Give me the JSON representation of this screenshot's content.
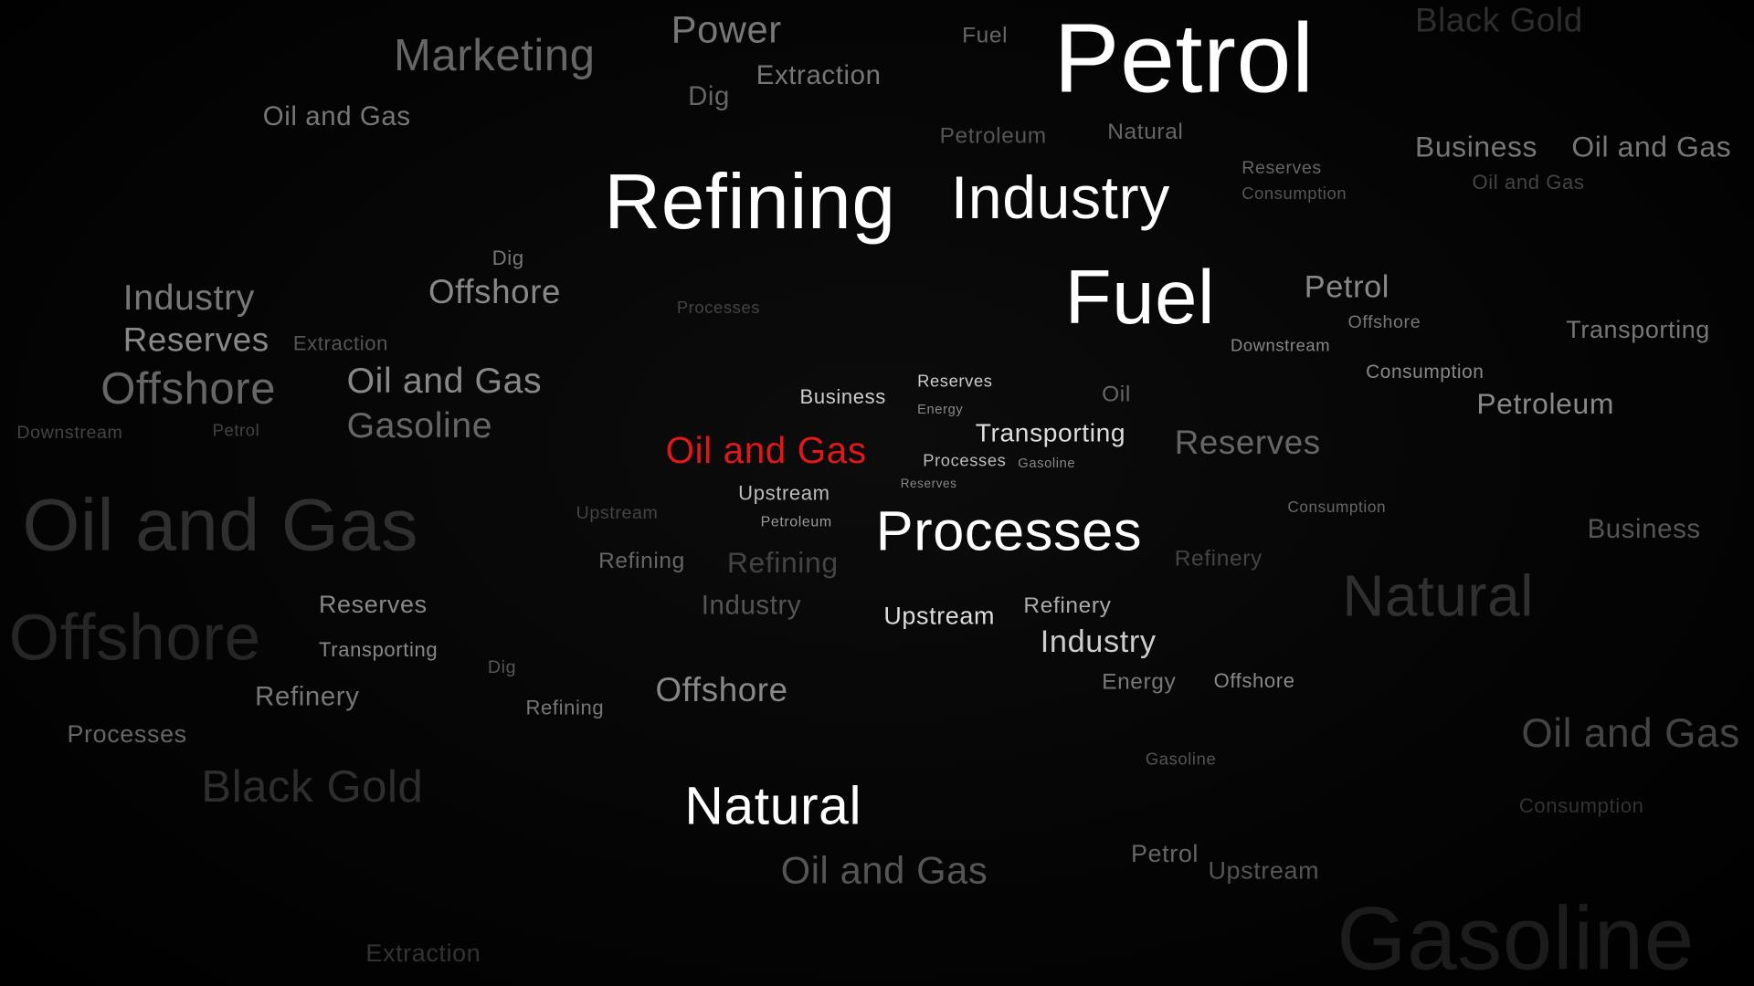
{
  "words": [
    "Petrol",
    "Refining",
    "Industry",
    "Fuel",
    "Processes",
    "Natural",
    "Oil and Gas",
    "Transporting",
    "Business",
    "Reserves",
    "Upstream",
    "Upstream",
    "Industry",
    "Refinery",
    "Processes",
    "Gasoline",
    "Energy",
    "Petroleum",
    "Reserves",
    "Marketing",
    "Power",
    "Fuel",
    "Dig",
    "Extraction",
    "Oil and Gas",
    "Petroleum",
    "Natural",
    "Black Gold",
    "Business",
    "Oil and Gas",
    "Oil and Gas",
    "Reserves",
    "Consumption",
    "Offshore",
    "Industry",
    "Reserves",
    "Offshore",
    "Extraction",
    "Oil and Gas",
    "Gasoline",
    "Petrol",
    "Offshore",
    "Downstream",
    "Consumption",
    "Petroleum",
    "Transporting",
    "Gasoline",
    "Oil",
    "Reserves",
    "Downstream",
    "Petrol",
    "Oil and Gas",
    "Offshore",
    "Refining",
    "Refining",
    "Refinery",
    "Industry",
    "Reserves",
    "Transporting",
    "Refinery",
    "Black Gold",
    "Processes",
    "Dig",
    "Refining",
    "Offshore",
    "Energy",
    "Offshore",
    "Consumption",
    "Business",
    "Natural",
    "Oil and Gas",
    "Consumption",
    "Gasoline",
    "Oil and Gas",
    "Petrol",
    "Upstream",
    "Extraction",
    "Upstream",
    "Processes",
    "Dig"
  ],
  "colors": {
    "highlight": "#e01818",
    "primary": "#ffffff"
  }
}
